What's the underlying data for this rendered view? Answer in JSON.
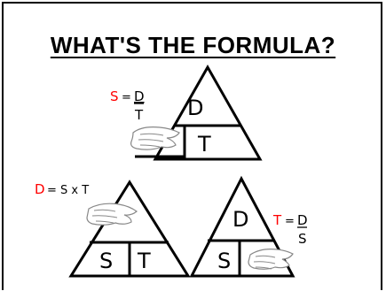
{
  "slide": {
    "title": "WHAT'S THE FORMULA?"
  },
  "triangles": {
    "letters": {
      "d": "D",
      "s": "S",
      "t": "T"
    }
  },
  "formulas": {
    "speed": {
      "lhs": "S",
      "eq": "=",
      "num": "D",
      "den": "T"
    },
    "distance": {
      "lhs": "D",
      "rest": "= S x T"
    },
    "time": {
      "lhs": "T",
      "eq": "=",
      "num": "D",
      "den": "S"
    }
  },
  "colors": {
    "highlight": "#ff0000",
    "ink": "#000000"
  },
  "icons": [
    "hand-cover-icon",
    "hand-cover-icon",
    "hand-cover-icon"
  ]
}
